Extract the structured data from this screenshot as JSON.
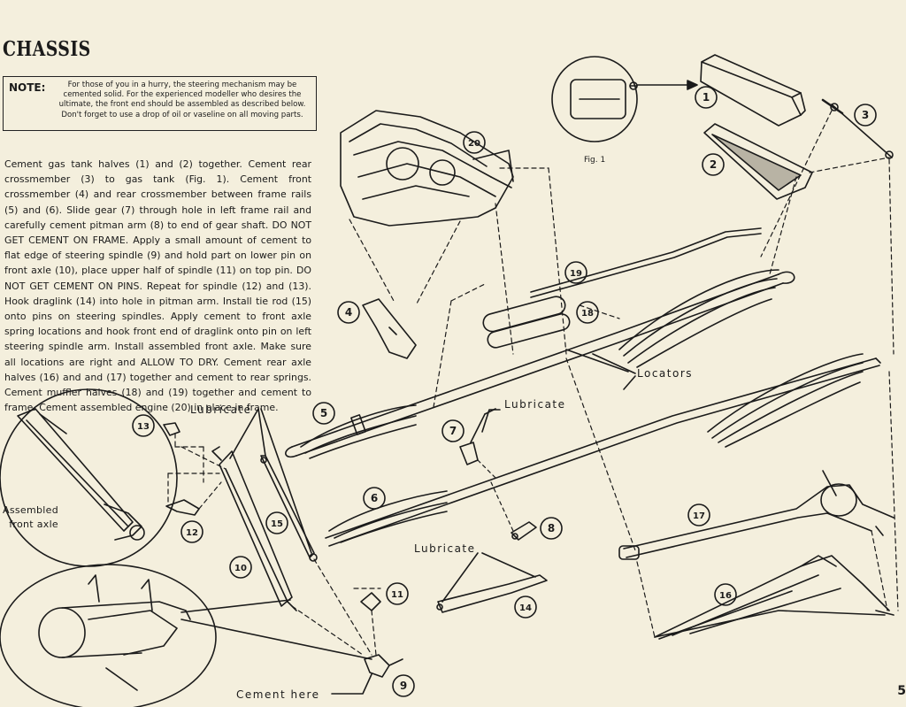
{
  "page": {
    "title": "CHASSIS",
    "page_number": "5"
  },
  "note": {
    "label": "NOTE:",
    "text": "For those of you in a hurry, the steering mechanism may be cemented solid. For the experienced modeller who desires the ultimate, the front end should be assembled as described below. Don't forget to use a drop of oil or vaseline on all moving parts."
  },
  "instructions": {
    "text": "Cement gas tank halves (1) and (2) together. Cement rear crossmember (3) to gas tank (Fig. 1). Cement front crossmember (4) and rear crossmember between frame rails (5) and (6). Slide gear (7) through hole in left frame rail and carefully cement pitman arm (8) to end of gear shaft. DO NOT GET CEMENT ON FRAME. Apply a small amount of cement to flat edge of steering spindle (9) and hold part on lower pin on front axle (10), place upper half of spindle (11) on top pin. DO NOT GET CEMENT ON PINS. Repeat for spindle (12) and (13). Hook draglink (14) into hole in pitman arm. Install tie rod (15) onto pins on steering spindles. Apply cement to front axle spring locations and hook front end of draglink onto pin on left steering spindle arm. Install assembled front axle. Make sure all locations are right and ALLOW TO DRY. Cement rear axle halves (16) and and (17) together and cement to rear springs. Cement muffler halves (18) and (19) together and cement to frame. Cement assembled engine (20) in place in frame."
  },
  "labels": {
    "fig1": "Fig. 1",
    "locators": "Locators",
    "lubricate_1": "Lubricate",
    "lubricate_2": "Lubricate",
    "lubricate_3": "Lubricate",
    "assembled_front_axle_1": "Assembled",
    "assembled_front_axle_2": "front axle",
    "cement_here": "Cement here"
  },
  "parts": [
    {
      "number": "1"
    },
    {
      "number": "2"
    },
    {
      "number": "3"
    },
    {
      "number": "4"
    },
    {
      "number": "5"
    },
    {
      "number": "6"
    },
    {
      "number": "7"
    },
    {
      "number": "8"
    },
    {
      "number": "9"
    },
    {
      "number": "10"
    },
    {
      "number": "11"
    },
    {
      "number": "12"
    },
    {
      "number": "13"
    },
    {
      "number": "14"
    },
    {
      "number": "15"
    },
    {
      "number": "16"
    },
    {
      "number": "17"
    },
    {
      "number": "18"
    },
    {
      "number": "19"
    },
    {
      "number": "20"
    }
  ],
  "colors": {
    "paper": "#f4efdd",
    "ink": "#1b1b1b"
  }
}
